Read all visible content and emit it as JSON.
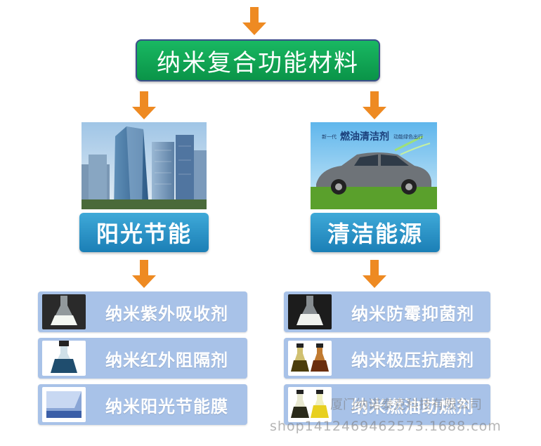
{
  "top_title": "纳米复合功能材料",
  "left_category": {
    "label": "阳光节能",
    "products": [
      "纳米紫外吸收剂",
      "纳米红外阻隔剂",
      "纳米阳光节能膜"
    ]
  },
  "right_category": {
    "label": "清洁能源",
    "photo_title": "燃油清洁剂",
    "photo_prefix": "新一代",
    "photo_slogan": "动能绿色出行",
    "products": [
      "纳米防霉抑菌剂",
      "纳米极压抗磨剂",
      "纳米燃油助燃剂"
    ]
  },
  "watermark": {
    "company": "厦门纳诺泰克科技有限公司",
    "shop": "shop1412469462573.1688.com"
  },
  "colors": {
    "arrow": "#ee8a22",
    "top_box": "#12a656",
    "category_box": "#2a93c8",
    "row_bg": "#a8c2e8"
  }
}
